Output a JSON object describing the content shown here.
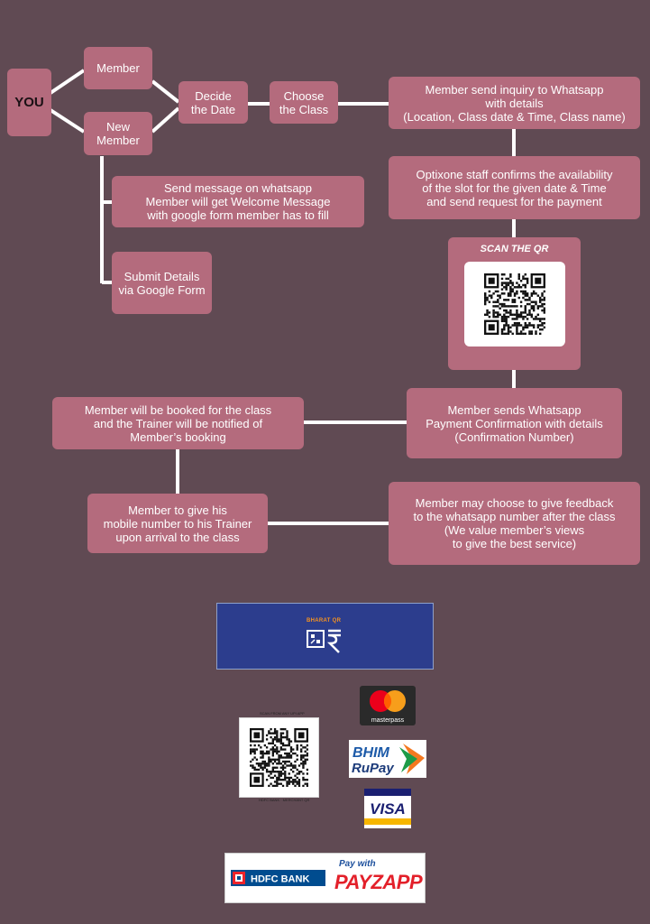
{
  "flow": {
    "you": "YOU",
    "member": "Member",
    "new_member": "New\nMember",
    "decide_date": "Decide\nthe Date",
    "choose_class": "Choose\nthe Class",
    "send_inquiry": "Member send inquiry to Whatsapp\nwith details\n(Location, Class date & Time, Class name)",
    "staff_confirms": "Optixone staff confirms the availability\nof the slot for the given date & Time\nand send request for the payment",
    "scan_qr_title": "SCAN THE QR",
    "send_message": "Send message on whatsapp\nMember will get Welcome Message\nwith google form member has to fill",
    "submit_details": "Submit Details\nvia Google Form",
    "payment_confirmation": "Member sends Whatsapp\nPayment Confirmation with details\n(Confirmation Number)",
    "booked": "Member will be booked for the class\nand the Trainer will be notified of\nMember’s booking",
    "mobile_number": "Member to give his\nmobile number to his Trainer\nupon arrival to the class",
    "feedback": "Member may choose to give  feedback\nto the whatsapp number after the class\n(We value member’s views\nto give the best service)"
  },
  "payments": {
    "bharat_qr": "BHARAT QR",
    "masterpass": "masterpass",
    "bhim": "BHIM",
    "rupay": "RuPay",
    "visa": "VISA",
    "hdfc": "HDFC BANK",
    "pay_with": "Pay with",
    "payzapp": "PAYZAPP"
  }
}
